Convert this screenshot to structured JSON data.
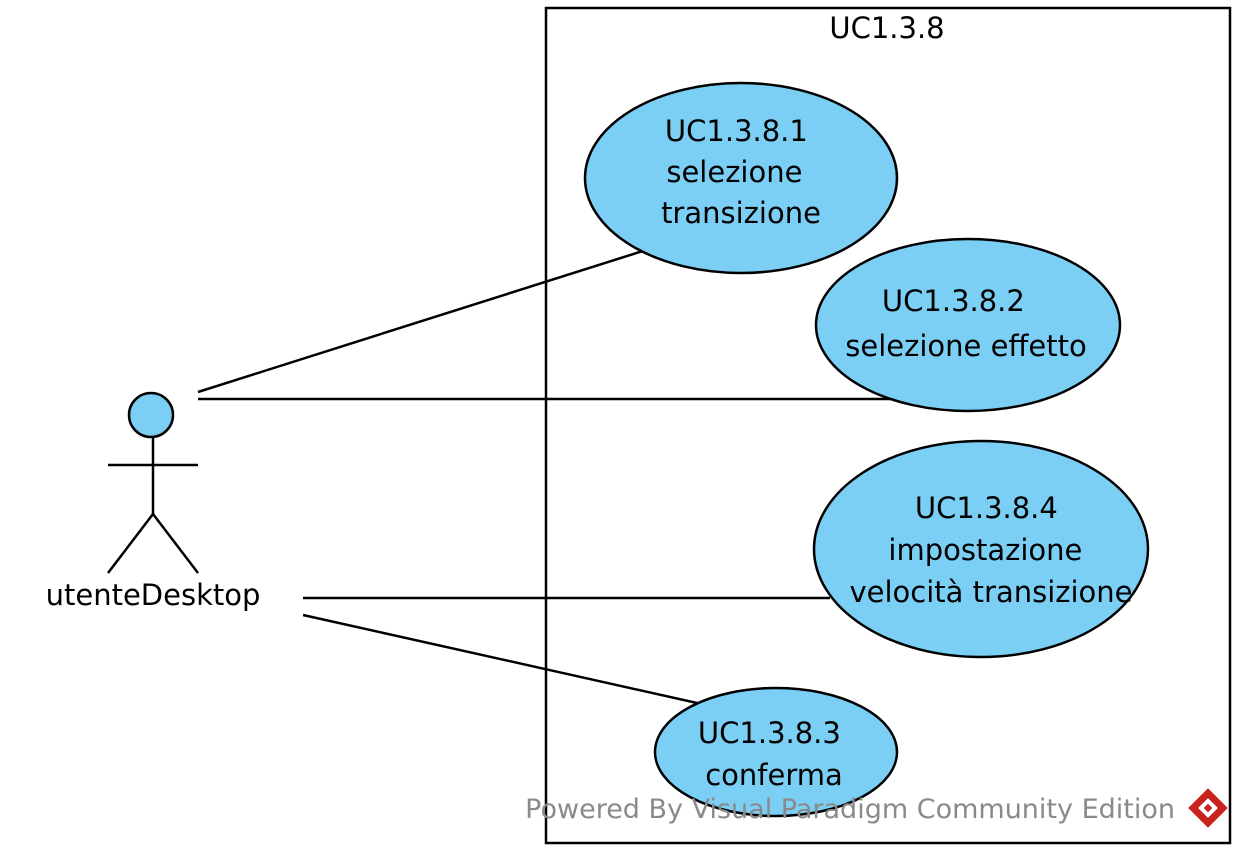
{
  "system": {
    "title": "UC1.3.8"
  },
  "actor": {
    "name": "utenteDesktop"
  },
  "use_cases": {
    "uc1": {
      "lines": [
        "UC1.3.8.1",
        "selezione",
        "transizione"
      ]
    },
    "uc2": {
      "lines": [
        "UC1.3.8.2",
        "selezione effetto"
      ]
    },
    "uc4": {
      "lines": [
        "UC1.3.8.4",
        "impostazione",
        "velocità transizione"
      ]
    },
    "uc3": {
      "lines": [
        "UC1.3.8.3",
        "conferma"
      ]
    }
  },
  "watermark": {
    "text": "Powered By Visual Paradigm Community Edition",
    "icon": "visual-paradigm-logo-icon"
  },
  "colors": {
    "use_case_fill": "#7ccff4",
    "stroke": "#000000",
    "watermark_text": "#8a8a8a",
    "logo_red": "#c8231f"
  }
}
